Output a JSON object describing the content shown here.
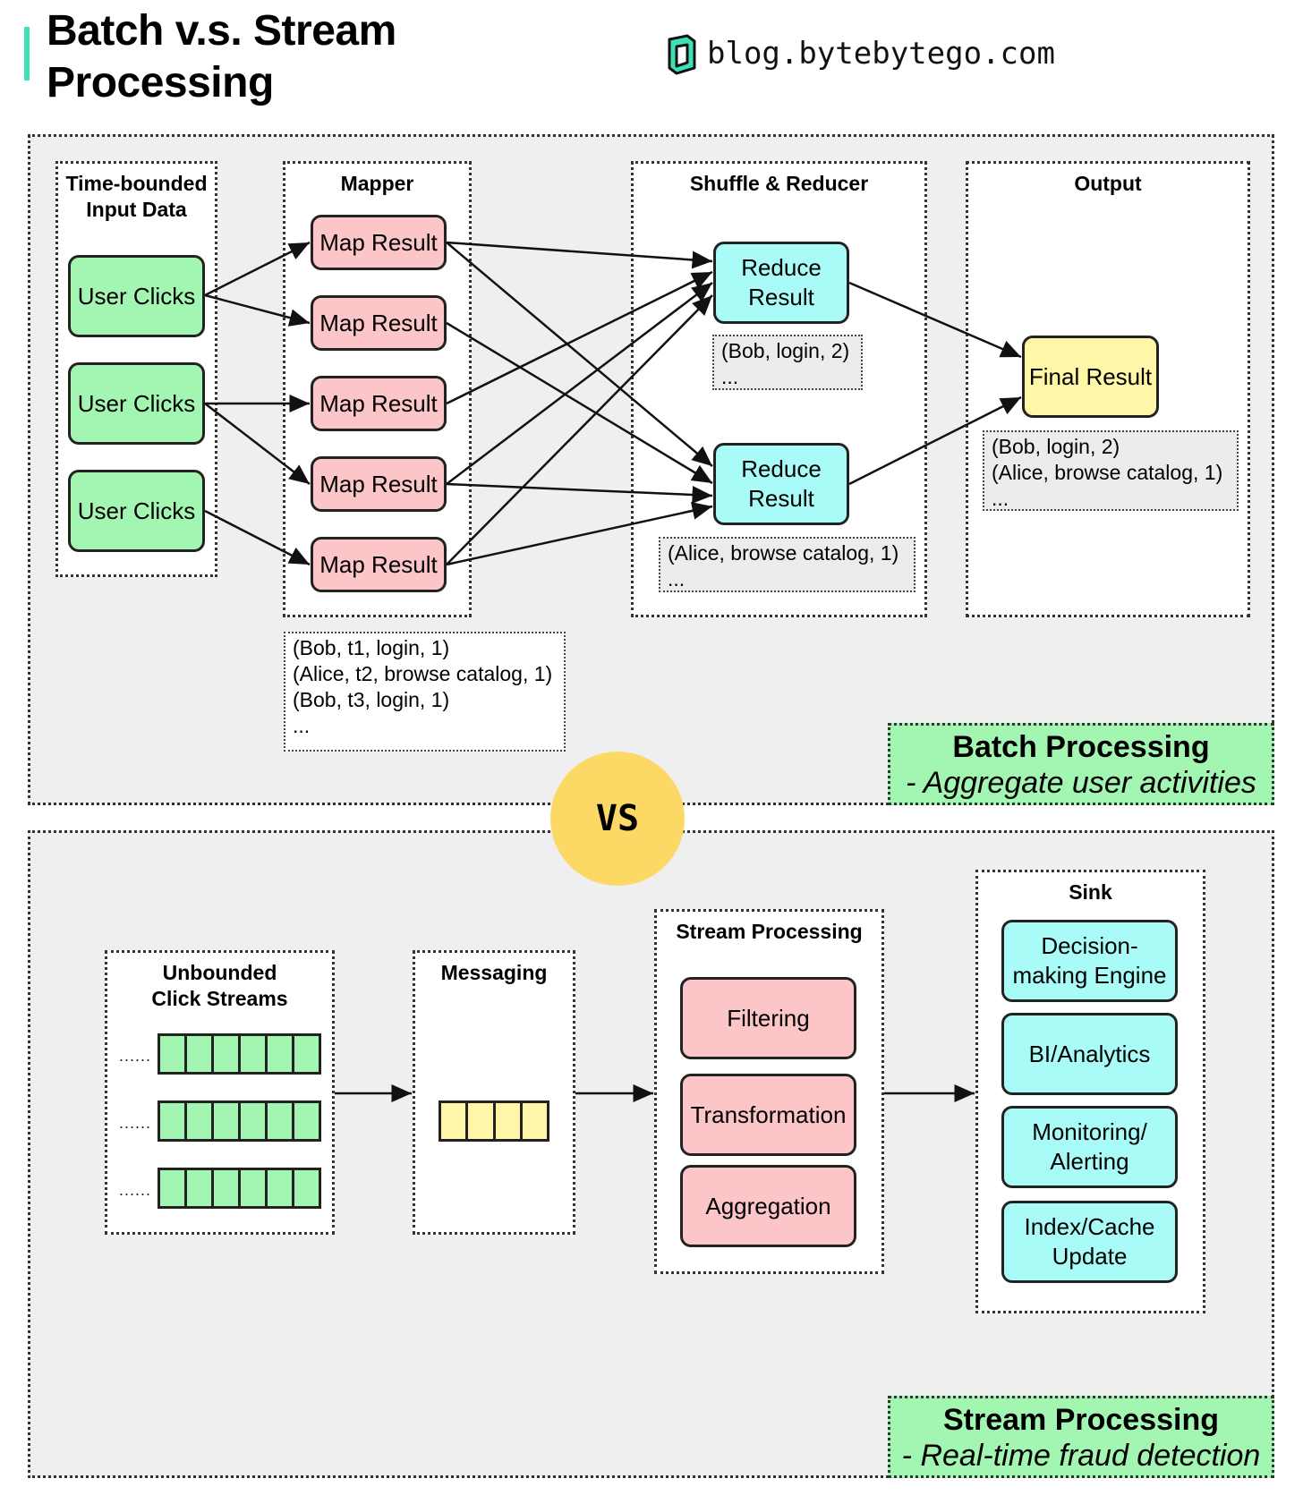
{
  "title": {
    "line1": "Batch v.s. Stream",
    "line2": "Processing"
  },
  "brand": {
    "text": "blog.bytebytego.com"
  },
  "batch": {
    "panels": {
      "input_line1": "Time-bounded",
      "input_line2": "Input Data",
      "mapper": "Mapper",
      "shuffle": "Shuffle & Reducer",
      "output": "Output"
    },
    "user_clicks": [
      "User Clicks",
      "User Clicks",
      "User Clicks"
    ],
    "map_results": [
      "Map Result",
      "Map Result",
      "Map Result",
      "Map Result",
      "Map Result"
    ],
    "reduce_results": [
      {
        "line1": "Reduce",
        "line2": "Result"
      },
      {
        "line1": "Reduce",
        "line2": "Result"
      }
    ],
    "final_result": "Final Result",
    "reduce_note_1": "(Bob, login, 2)\n...",
    "reduce_note_2": "(Alice, browse catalog, 1)\n...",
    "output_note": "(Bob, login, 2)\n(Alice, browse catalog, 1)\n...",
    "mapper_note": "(Bob, t1, login, 1)\n(Alice, t2, browse catalog, 1)\n(Bob, t3, login, 1)\n...",
    "label_title": "Batch Processing",
    "label_subtitle": "- Aggregate user activities"
  },
  "vs": "VS",
  "stream": {
    "panels": {
      "source_line1": "Unbounded",
      "source_line2": "Click Streams",
      "messaging": "Messaging",
      "processing": "Stream Processing",
      "sink": "Sink"
    },
    "stream_dots": [
      "......",
      "......",
      "......"
    ],
    "processing_steps": [
      "Filtering",
      "Transformation",
      "Aggregation"
    ],
    "sinks": [
      {
        "line1": "Decision-",
        "line2": "making Engine"
      },
      {
        "line1": "BI/Analytics",
        "line2": ""
      },
      {
        "line1": "Monitoring/",
        "line2": "Alerting"
      },
      {
        "line1": "Index/Cache",
        "line2": "Update"
      }
    ],
    "label_title": "Stream Processing",
    "label_subtitle": "- Real-time fraud detection"
  },
  "colors": {
    "accent": "#3ee0b5",
    "green_box": "#a3f5b2",
    "pink_box": "#fcc5c8",
    "cyan_box": "#a9fbf7",
    "yellow_box": "#fff6a7",
    "vs_circle": "#fcd864"
  }
}
